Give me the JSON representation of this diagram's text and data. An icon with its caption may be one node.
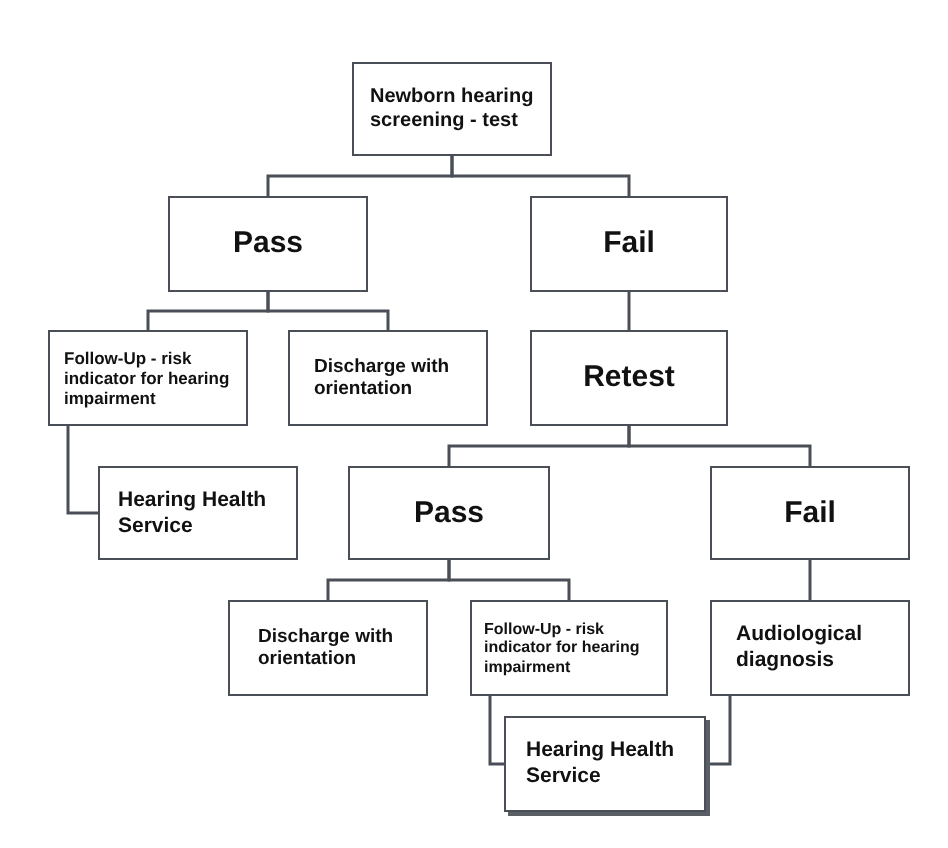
{
  "diagram": {
    "nodes": [
      {
        "text": [
          "Newborn hearing screening - test"
        ]
      },
      {
        "text": [
          "Pass"
        ]
      },
      {
        "text": [
          "Fail"
        ]
      },
      {
        "text": [
          "Follow-Up - risk indicator for hearing impairment"
        ]
      },
      {
        "text": [
          "Discharge with orientation"
        ]
      },
      {
        "text": [
          "Retest"
        ]
      },
      {
        "text": [
          "Hearing Health Service"
        ]
      },
      {
        "text": [
          "Pass"
        ]
      },
      {
        "text": [
          "Fail"
        ]
      },
      {
        "text": [
          "Discharge with orientation"
        ]
      },
      {
        "text": [
          "Follow-Up - risk indicator for hearing impairment"
        ]
      },
      {
        "text": [
          "Audiological diagnosis"
        ]
      },
      {
        "text": [
          "Hearing Health Service"
        ]
      }
    ],
    "edges": [
      {
        "from": 0,
        "to": 1,
        "arrow": "none"
      },
      {
        "from": 0,
        "to": 2,
        "arrow": "none"
      },
      {
        "from": 1,
        "to": 3,
        "arrow": "none"
      },
      {
        "from": 1,
        "to": 4,
        "arrow": "none"
      },
      {
        "from": 2,
        "to": 5,
        "arrow": "none"
      },
      {
        "from": 3,
        "to": 6,
        "arrow": "none"
      },
      {
        "from": 5,
        "to": 7,
        "arrow": "none"
      },
      {
        "from": 5,
        "to": 8,
        "arrow": "none"
      },
      {
        "from": 7,
        "to": 9,
        "arrow": "none"
      },
      {
        "from": 7,
        "to": 10,
        "arrow": "none"
      },
      {
        "from": 8,
        "to": 11,
        "arrow": "none"
      },
      {
        "from": 10,
        "to": 12,
        "arrow": "none"
      },
      {
        "from": 11,
        "to": 12,
        "arrow": "none"
      }
    ]
  }
}
